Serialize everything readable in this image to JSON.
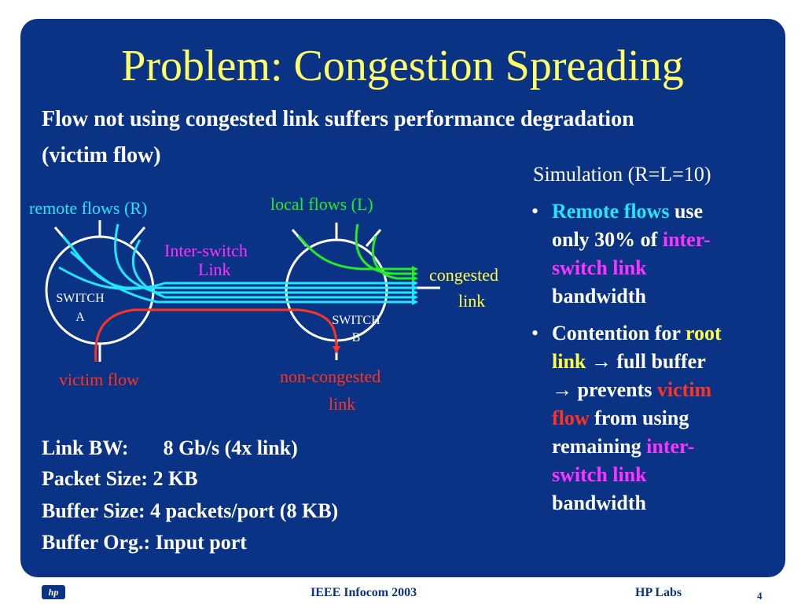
{
  "title": "Problem: Congestion Spreading",
  "subtitle": {
    "line1": "Flow not using congested link suffers performance degradation",
    "line2": "(victim flow)"
  },
  "diagram": {
    "remote_flows_label": "remote flows (R)",
    "local_flows_label": "local flows (L)",
    "inter_switch_line1": "Inter-switch",
    "inter_switch_line2": "Link",
    "congested_line1": "congested",
    "congested_line2": "link",
    "switch_a_line1": "SWITCH",
    "switch_a_line2": "A",
    "switch_b_line1": "SWITCH",
    "switch_b_line2": "B",
    "victim_flow_label": "victim flow",
    "non_congested_line1": "non-congested",
    "non_congested_line2": "link"
  },
  "params": {
    "link_bw_label": "Link BW:",
    "link_bw_value": "8 Gb/s (4x link)",
    "packet_size": "Packet Size: 2 KB",
    "buffer_size": "Buffer Size: 4 packets/port (8 KB)",
    "buffer_org": "Buffer Org.: Input port"
  },
  "simulation": {
    "heading": "Simulation (R=L=10)",
    "bullet1": {
      "dot": "•",
      "remote_flows": "Remote flows",
      "use": " use",
      "only": "only 30% of ",
      "inter": "inter-",
      "switch_link": "switch link",
      "bandwidth": "bandwidth"
    },
    "bullet2": {
      "dot": "•",
      "contention": "Contention for ",
      "root": "root",
      "link": "link",
      "arrow1": " → full buffer",
      "arrow2": "→ prevents ",
      "victim": "victim",
      "flow": "flow",
      "from_using": " from using",
      "remaining": "remaining ",
      "inter": "inter-",
      "switch_link": "switch link",
      "bandwidth": "bandwidth"
    }
  },
  "footer": {
    "logo": "hp",
    "conference": "IEEE Infocom 2003",
    "org": "HP Labs",
    "page": "4"
  },
  "colors": {
    "background": "#0b3385",
    "title": "#ffff66",
    "remote_flow": "#22e6ff",
    "local_flow": "#22ee22",
    "inter_switch": "#ff33ff",
    "root_link": "#ffff44",
    "victim": "#ff3322"
  }
}
